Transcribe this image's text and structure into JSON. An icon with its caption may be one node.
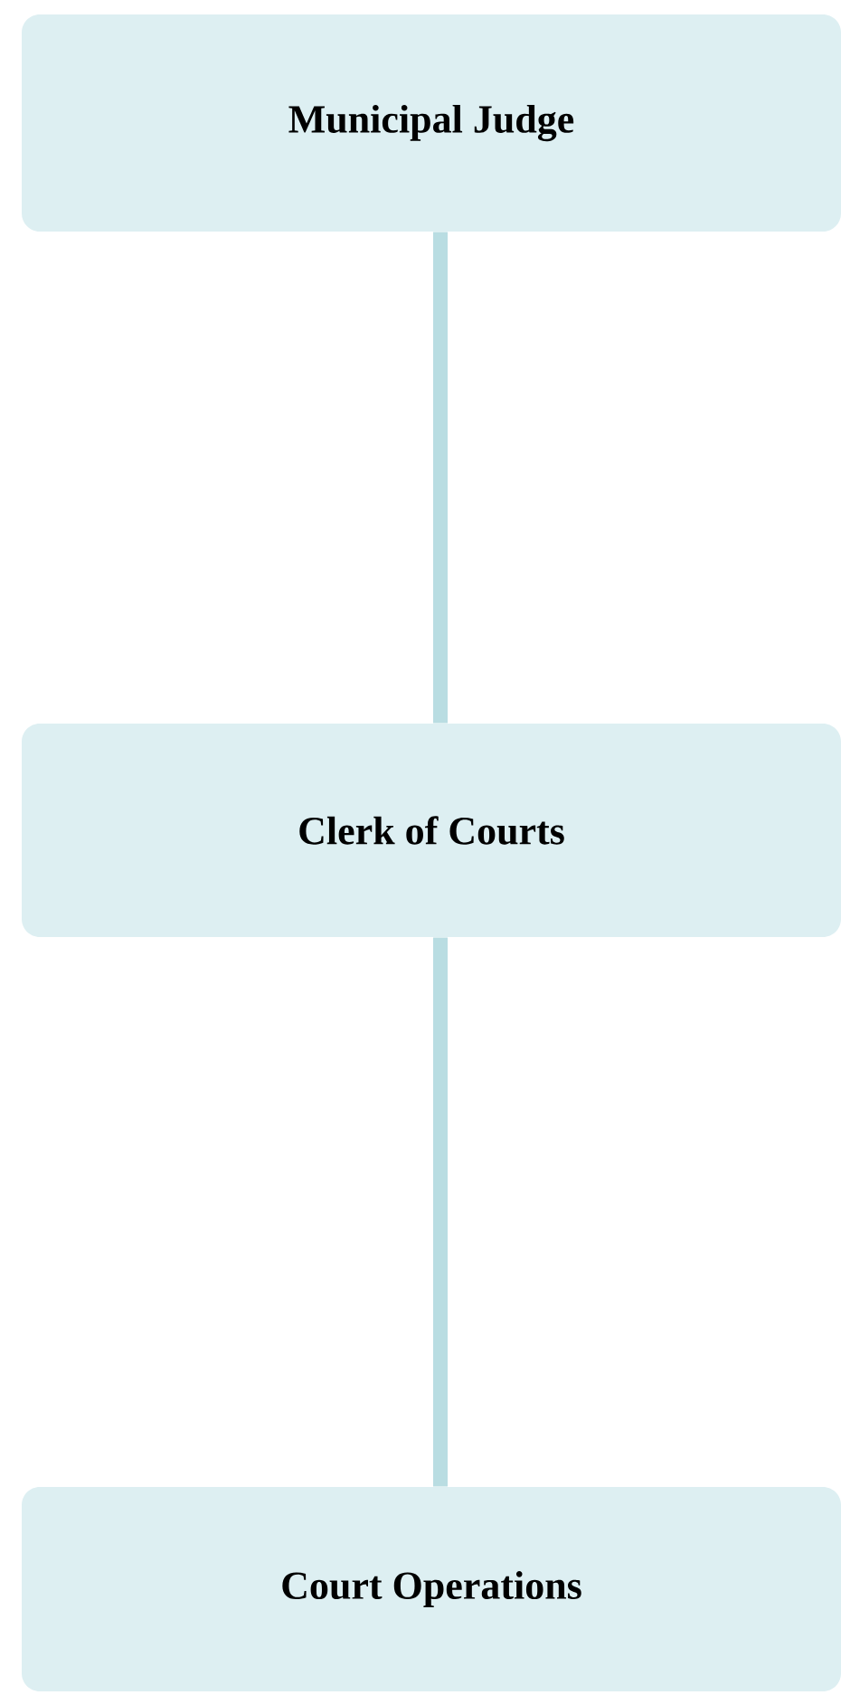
{
  "diagram": {
    "nodes": [
      {
        "text": [
          "Municipal Judge"
        ]
      },
      {
        "text": [
          "Clerk of Courts"
        ]
      },
      {
        "text": [
          "Court Operations"
        ]
      }
    ],
    "edges": [
      {
        "from": 0,
        "to": 1,
        "arrow": "none"
      },
      {
        "from": 1,
        "to": 2,
        "arrow": "none"
      }
    ]
  }
}
